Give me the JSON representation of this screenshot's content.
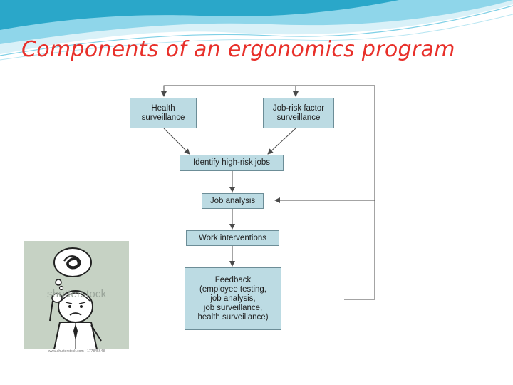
{
  "slide": {
    "title": "Components of an ergonomics program"
  },
  "diagram": {
    "nodes": {
      "health": {
        "line1": "Health",
        "line2": "surveillance"
      },
      "jobrisk": {
        "line1": "Job-risk factor",
        "line2": "surveillance"
      },
      "identify": {
        "label": "Identify high-risk jobs"
      },
      "analysis": {
        "label": "Job analysis"
      },
      "interventions": {
        "label": "Work interventions"
      },
      "feedback": {
        "line1": "Feedback",
        "line2": "(employee testing,",
        "line3": "job analysis,",
        "line4": "job surveillance,",
        "line5": "health surveillance)"
      }
    },
    "colors": {
      "box_fill": "#bcdbe3",
      "box_border": "#6c8d97",
      "arrow": "#4a4a4a"
    }
  },
  "illustration": {
    "watermark": "shutterstock",
    "caption": "www.shutterstock.com · 177845648",
    "icon": "confused-man-icon"
  },
  "theme": {
    "title_color": "#e8302a",
    "swoosh_colors": [
      "#2aa7c9",
      "#7fd0e6",
      "#d9f1f8"
    ]
  }
}
